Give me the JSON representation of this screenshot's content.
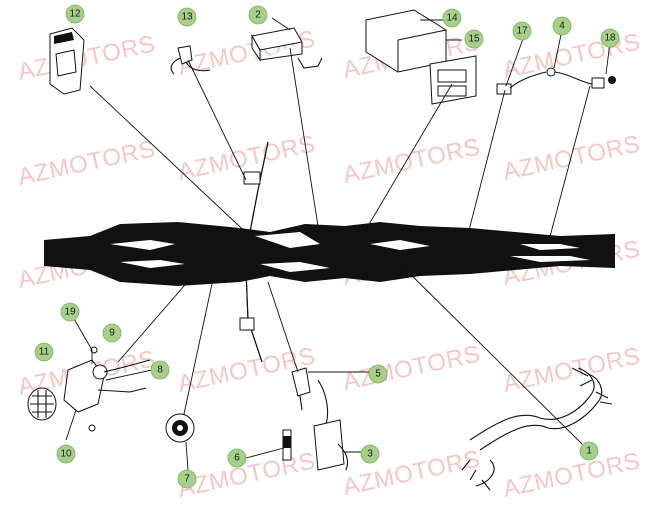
{
  "watermark": "AZMOTORS",
  "callouts": [
    {
      "id": "c1",
      "label": "1"
    },
    {
      "id": "c2",
      "label": "2"
    },
    {
      "id": "c3",
      "label": "3"
    },
    {
      "id": "c4",
      "label": "4"
    },
    {
      "id": "c5",
      "label": "5"
    },
    {
      "id": "c6",
      "label": "6"
    },
    {
      "id": "c7",
      "label": "7"
    },
    {
      "id": "c8",
      "label": "8"
    },
    {
      "id": "c9",
      "label": "9"
    },
    {
      "id": "c10",
      "label": "10"
    },
    {
      "id": "c11",
      "label": "11"
    },
    {
      "id": "c12",
      "label": "12"
    },
    {
      "id": "c13",
      "label": "13"
    },
    {
      "id": "c14",
      "label": "14"
    },
    {
      "id": "c15",
      "label": "15"
    },
    {
      "id": "c17",
      "label": "17"
    },
    {
      "id": "c18",
      "label": "18"
    },
    {
      "id": "c19",
      "label": "19"
    }
  ],
  "colors": {
    "callout_fill": "#a6cf8a",
    "watermark": "#f2b3b3",
    "line": "#111111"
  }
}
